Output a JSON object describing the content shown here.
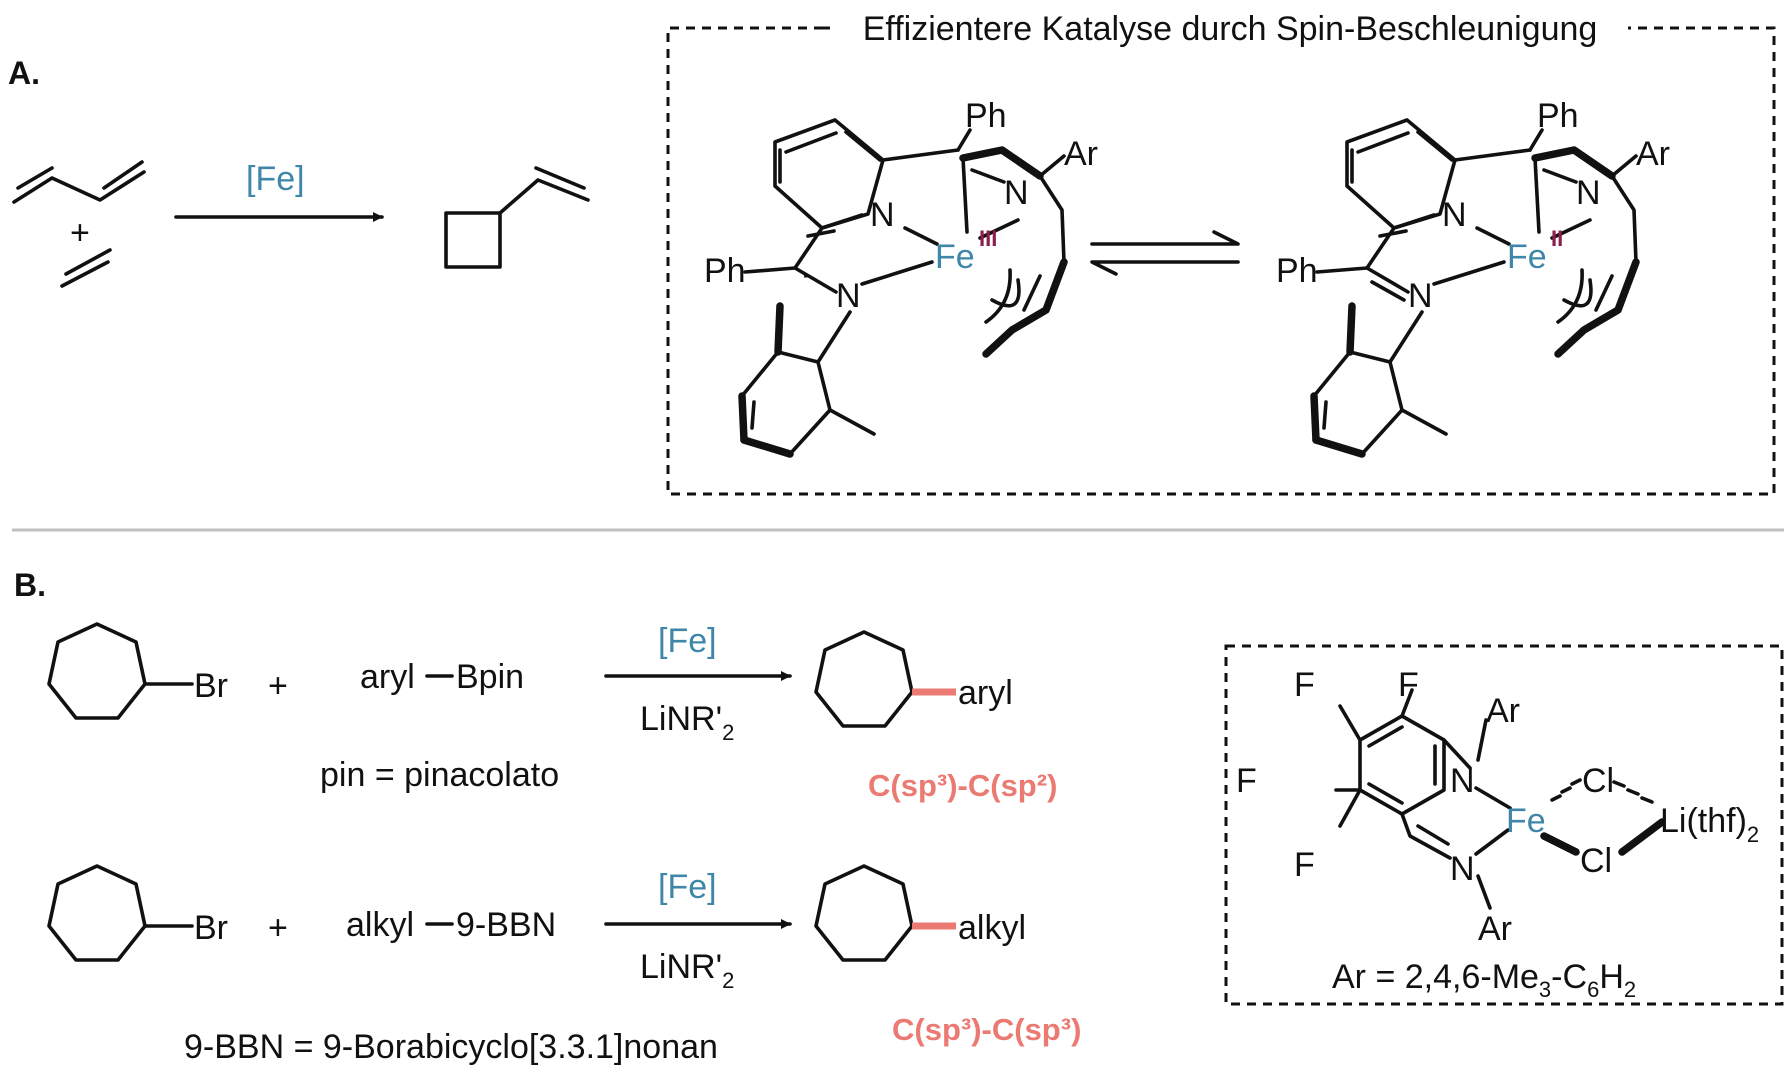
{
  "section_a": {
    "label": "A.",
    "box_title": "Effizientere Katalyse durch Spin-Beschleunigung",
    "plus": "+",
    "catalyst": "[Fe]",
    "complex_left": {
      "ph_top": "Ph",
      "ph_left": "Ph",
      "ar": "Ar",
      "n_pyridine": "N",
      "n_imine": "N",
      "n_amide": "N",
      "metal": "Fe",
      "oxidation": "III",
      "radical": "·"
    },
    "complex_right": {
      "ph_top": "Ph",
      "ph_left": "Ph",
      "ar": "Ar",
      "n_pyridine": "N",
      "n_imine": "N",
      "n_amide": "N",
      "metal": "Fe",
      "oxidation": "II"
    }
  },
  "section_b": {
    "label": "B.",
    "row1": {
      "br": "Br",
      "plus": "+",
      "reagent_left": "aryl",
      "reagent_right": "Bpin",
      "note": "pin = pinacolato",
      "catalyst": "[Fe]",
      "base": "LiNR'",
      "base_sub": "2",
      "product": "aryl",
      "bond_type": "C(sp³)-C(sp²)"
    },
    "row2": {
      "br": "Br",
      "plus": "+",
      "reagent_left": "alkyl",
      "reagent_right": "9-BBN",
      "note": "9-BBN = 9-Borabicyclo[3.3.1]nonan",
      "catalyst": "[Fe]",
      "base": "LiNR'",
      "base_sub": "2",
      "product": "alkyl",
      "bond_type": "C(sp³)-C(sp³)"
    },
    "catalyst_box": {
      "f1": "F",
      "f2": "F",
      "f3": "F",
      "f4": "F",
      "n1": "N",
      "n2": "N",
      "ar1": "Ar",
      "ar2": "Ar",
      "metal": "Fe",
      "cl1": "Cl",
      "cl2": "Cl",
      "li": "Li(thf)",
      "li_sub": "2",
      "legend": "Ar = 2,4,6-Me",
      "legend_sub1": "3",
      "legend_mid": "-C",
      "legend_sub2": "6",
      "legend_end": "H",
      "legend_sub3": "2"
    }
  }
}
